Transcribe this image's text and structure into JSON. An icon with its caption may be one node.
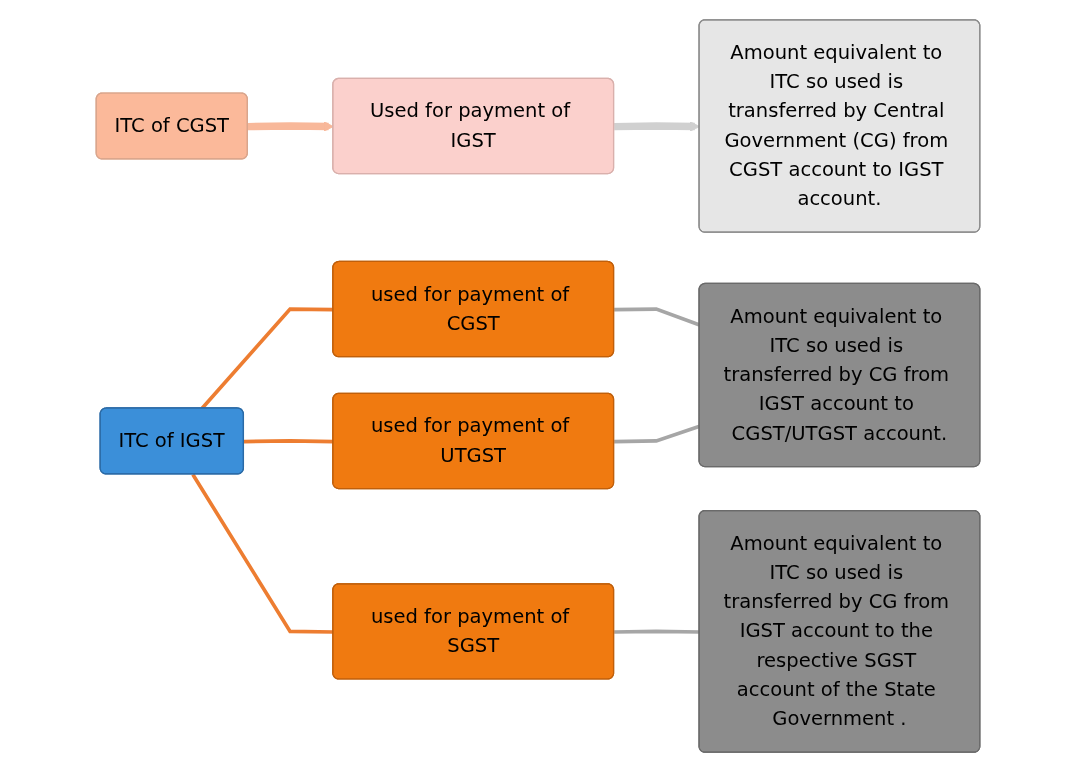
{
  "diagram": {
    "nodes": [
      {
        "text": [
          "ITC of CGST"
        ]
      },
      {
        "text": [
          "Used for payment of IGST"
        ]
      },
      {
        "text": [
          "Amount equivalent to ITC so used is transferred by Central Government (CG) from CGST account to IGST account."
        ]
      },
      {
        "text": [
          "ITC of IGST"
        ]
      },
      {
        "text": [
          "used for payment of CGST"
        ]
      },
      {
        "text": [
          "used for payment of UTGST"
        ]
      },
      {
        "text": [
          "Amount equivalent to ITC so used is transferred by CG from IGST account to CGST/UTGST account."
        ]
      },
      {
        "text": [
          "used for payment of SGST"
        ]
      },
      {
        "text": [
          "Amount equivalent to ITC so used is transferred by CG from IGST account to the respective SGST account of the State Government ."
        ]
      }
    ],
    "edges": [
      {
        "from": 0,
        "to": 1,
        "arrow": "to",
        "style": "thick",
        "color": "#f8b89a"
      },
      {
        "from": 1,
        "to": 2,
        "arrow": "to",
        "style": "thick",
        "color": "#d0d0d0"
      },
      {
        "from": 3,
        "to": 4,
        "arrow": "none",
        "color": "#ed7d31"
      },
      {
        "from": 3,
        "to": 5,
        "arrow": "none",
        "color": "#ed7d31"
      },
      {
        "from": 3,
        "to": 7,
        "arrow": "none",
        "color": "#ed7d31"
      },
      {
        "from": 4,
        "to": 6,
        "arrow": "none",
        "color": "#a6a6a6"
      },
      {
        "from": 5,
        "to": 6,
        "arrow": "none",
        "color": "#a6a6a6"
      },
      {
        "from": 7,
        "to": 8,
        "arrow": "none",
        "color": "#a6a6a6"
      }
    ]
  }
}
